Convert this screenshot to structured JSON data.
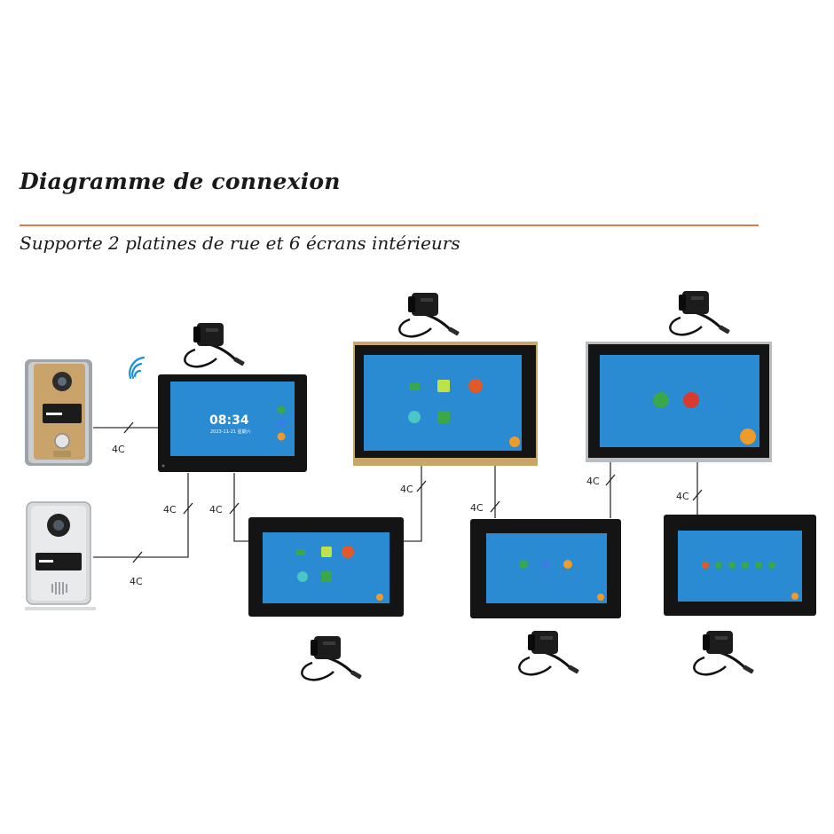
{
  "header": {
    "title": "Diagramme de connexion",
    "subtitle": "Supporte 2 platines de rue et 6 écrans intérieurs"
  },
  "cable_label": "4C",
  "monitor1": {
    "time": "08:34",
    "date": "2023-11-21  星期六"
  },
  "colors": {
    "accent_rule": "#e07a48",
    "screen_blue": "#2a8ad2",
    "bezel_black": "#141414",
    "bezel_gold": "#c8a66a",
    "bezel_silver": "#b9bcc0",
    "call_green": "#3aa84a",
    "call_red": "#d83a2e",
    "back_orange": "#f09a2a"
  }
}
